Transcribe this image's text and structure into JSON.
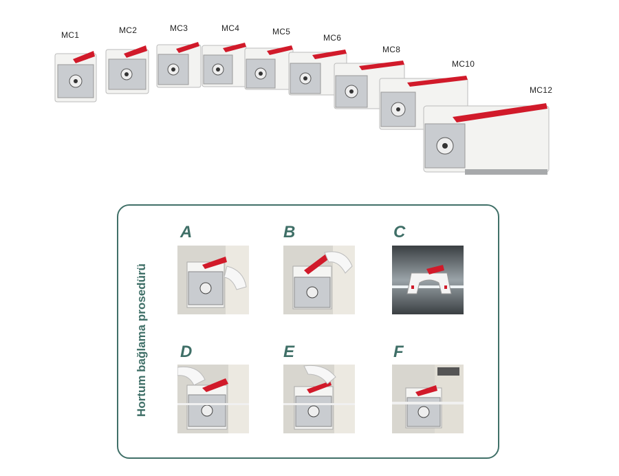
{
  "models": [
    "MC1",
    "MC2",
    "MC3",
    "MC4",
    "MC5",
    "MC6",
    "MC8",
    "MC10",
    "MC12"
  ],
  "panel": {
    "title": "Hortum bağlama prosedürü",
    "steps": [
      "A",
      "B",
      "C",
      "D",
      "E",
      "F"
    ]
  },
  "colors": {
    "accent": "#3f6f67",
    "clamp": "#d11a2a",
    "pump_body": "#f3f3f1",
    "face_plate": "#c9ccd0"
  }
}
